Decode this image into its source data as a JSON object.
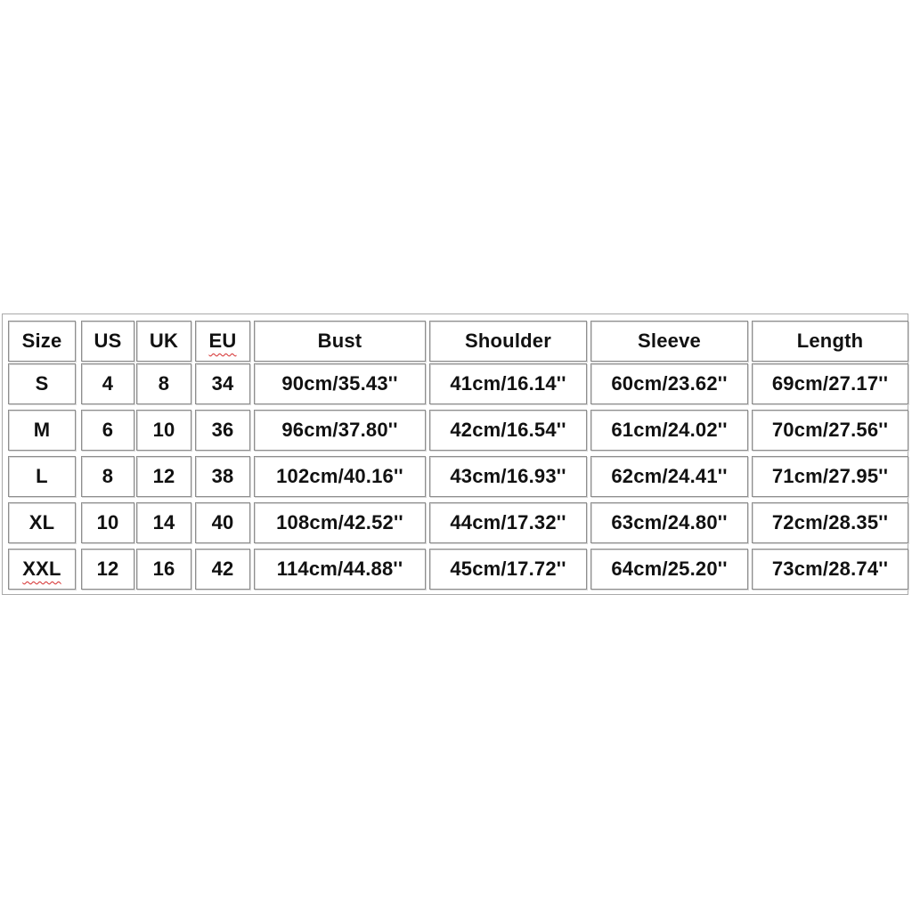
{
  "table": {
    "headers": [
      "Size",
      "US",
      "UK",
      "EU",
      "Bust",
      "Shoulder",
      "Sleeve",
      "Length"
    ],
    "rows": [
      [
        "S",
        "4",
        "8",
        "34",
        "90cm/35.43''",
        "41cm/16.14''",
        "60cm/23.62''",
        "69cm/27.17''"
      ],
      [
        "M",
        "6",
        "10",
        "36",
        "96cm/37.80''",
        "42cm/16.54''",
        "61cm/24.02''",
        "70cm/27.56''"
      ],
      [
        "L",
        "8",
        "12",
        "38",
        "102cm/40.16''",
        "43cm/16.93''",
        "62cm/24.41''",
        "71cm/27.95''"
      ],
      [
        "XL",
        "10",
        "14",
        "40",
        "108cm/42.52''",
        "44cm/17.32''",
        "63cm/24.80''",
        "72cm/28.35''"
      ],
      [
        "XXL",
        "12",
        "16",
        "42",
        "114cm/44.88''",
        "45cm/17.72''",
        "64cm/25.20''",
        "73cm/28.74''"
      ]
    ]
  },
  "colors": {
    "background": "#ffffff",
    "cell_border": "#8e8e8e",
    "text": "#111111",
    "spellcheck_underline": "#d42a2a"
  }
}
